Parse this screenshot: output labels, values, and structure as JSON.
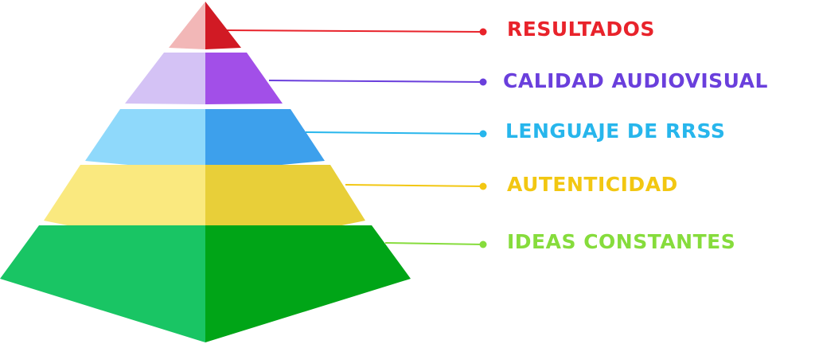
{
  "pyramid": {
    "levels": [
      {
        "label": "RESULTADOS",
        "color": "#e8232b",
        "left_face": "#f2b7b7",
        "right_face": "#d11a24"
      },
      {
        "label": "CALIDAD AUDIOVISUAL",
        "color": "#6a3fdc",
        "left_face": "#d4c2f5",
        "right_face": "#a24fe8"
      },
      {
        "label": "LENGUAJE DE RRSS",
        "color": "#27b6ec",
        "left_face": "#8fd9fb",
        "right_face": "#3da0ec"
      },
      {
        "label": "AUTENTICIDAD",
        "color": "#f2c712",
        "left_face": "#fae97f",
        "right_face": "#e8cf39"
      },
      {
        "label": "IDEAS CONSTANTES",
        "color": "#86dc3c",
        "left_face": "#19c564",
        "right_face": "#00a517"
      }
    ]
  }
}
